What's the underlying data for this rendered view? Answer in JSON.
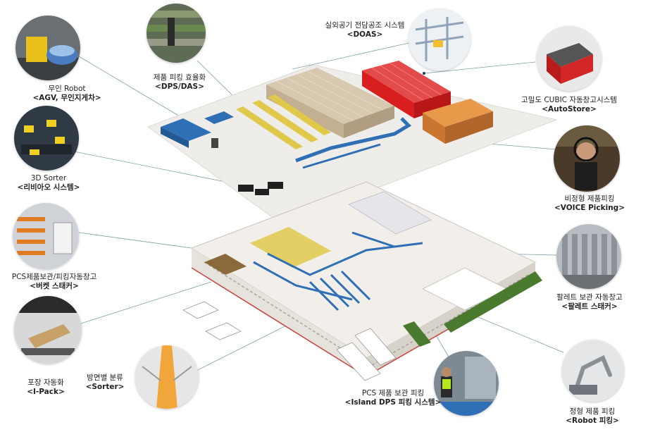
{
  "diagram": {
    "colors": {
      "leader": "#7aa0a8",
      "dot": "#1a3d5c",
      "blue": "#2f6fb5",
      "red": "#d81e1e",
      "beige": "#d7c8b0",
      "green": "#4a7a2e"
    },
    "callouts": [
      {
        "id": "agv",
        "title": "무인 Robot",
        "subtitle": "<AGV, 무인지게차>"
      },
      {
        "id": "dps",
        "title": "제품 피킹 효율화",
        "subtitle": "<DPS/DAS>"
      },
      {
        "id": "doas",
        "title": "실외공기 전담공조 시스템",
        "subtitle": "<DOAS>"
      },
      {
        "id": "autostore",
        "title": "고밀도 CUBIC 자동창고시스템",
        "subtitle": "<AutoStore>"
      },
      {
        "id": "sorter3d",
        "title": "3D Sorter",
        "subtitle": "<리비아오 시스템>"
      },
      {
        "id": "voice",
        "title": "비정형 제품피킹",
        "subtitle": "<VOICE Picking>"
      },
      {
        "id": "bucket",
        "title": "PCS제품보관/피킹자동창고",
        "subtitle": "<버켓 스태커>"
      },
      {
        "id": "pallet",
        "title": "팔레트 보관 자동창고",
        "subtitle": "<팔레트 스태커>"
      },
      {
        "id": "ipack",
        "title": "포장 자동화",
        "subtitle": "<I-Pack>"
      },
      {
        "id": "sorter",
        "title": "방면별 분류",
        "subtitle": "<Sorter>"
      },
      {
        "id": "island",
        "title": "PCS 제품 보관 피킹",
        "subtitle": "<Island DPS 피킹 시스템>"
      },
      {
        "id": "robot",
        "title": "정형 제품 피킹",
        "subtitle": "<Robot 피킹>"
      }
    ]
  }
}
